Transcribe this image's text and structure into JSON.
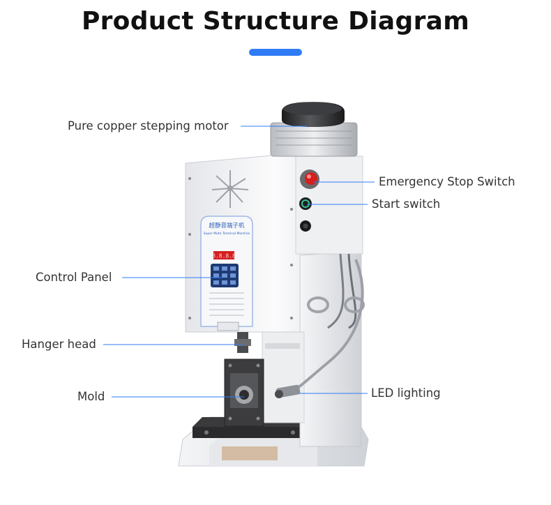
{
  "title": "Product Structure Diagram",
  "colors": {
    "accent": "#2f7bf5",
    "leader": "#2f7bf5",
    "machine": "#f2f3f5",
    "base": "#3a3a3c"
  },
  "labels": {
    "motor": "Pure copper stepping motor",
    "estop": "Emergency Stop Switch",
    "start": "Start switch",
    "control": "Control Panel",
    "hanger": "Hanger head",
    "mold": "Mold",
    "led": "LED lighting"
  },
  "machine": {
    "name_cn": "超静音端子机",
    "name_en": "Super Mute Terminal Machine",
    "display": "8.8.8.8"
  }
}
